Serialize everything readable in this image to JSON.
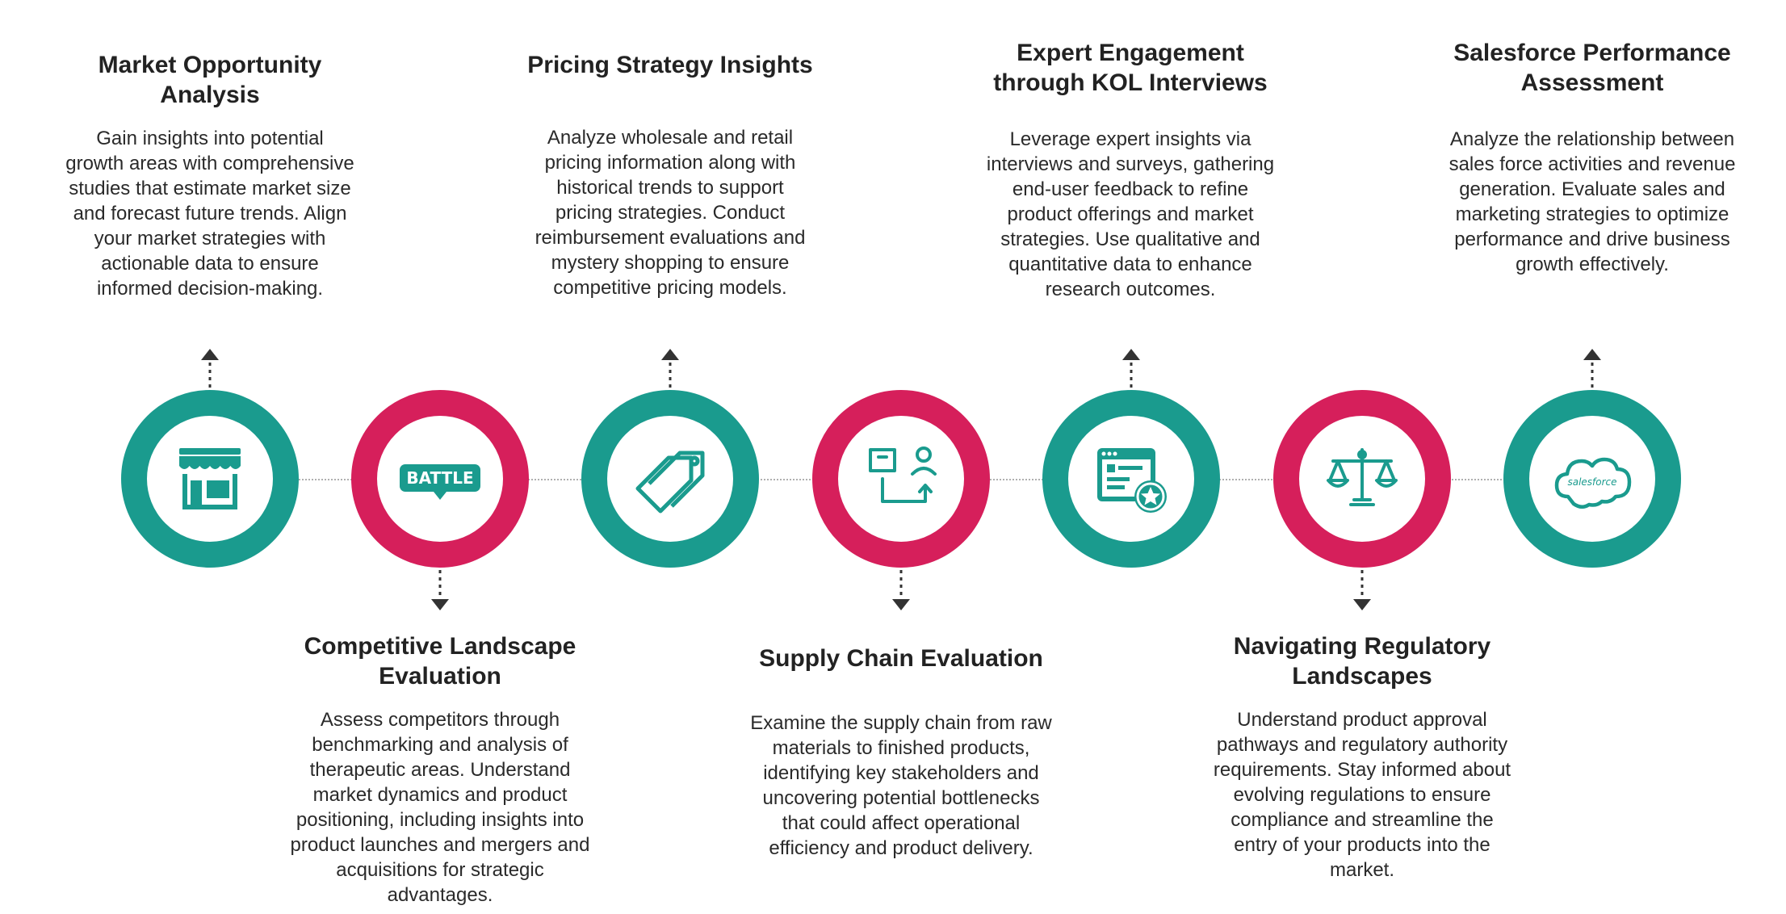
{
  "steps": [
    {
      "title": "Market Opportunity\nAnalysis",
      "description": "Gain insights into potential\ngrowth areas with comprehensive\nstudies that estimate market size\nand forecast future trends. Align\nyour market strategies with\nactionable data to ensure\ninformed decision-making.",
      "icon": "storefront-icon",
      "color": "#1a9b8e",
      "position": "above"
    },
    {
      "title": "Competitive Landscape\nEvaluation",
      "description": "Assess competitors through\nbenchmarking and analysis of\ntherapeutic areas. Understand\nmarket dynamics and product\npositioning, including insights into\nproduct launches and mergers and\nacquisitions for strategic\nadvantages.",
      "icon": "battle-badge-icon",
      "icon_text": "BATTLE",
      "color": "#d61f5b",
      "position": "below"
    },
    {
      "title": "Pricing Strategy Insights",
      "description": "Analyze wholesale and retail\npricing information along with\nhistorical trends to support\npricing strategies. Conduct\nreimbursement evaluations and\nmystery shopping to ensure\ncompetitive pricing models.",
      "icon": "price-tags-icon",
      "color": "#1a9b8e",
      "position": "above"
    },
    {
      "title": "Supply Chain Evaluation",
      "description": "Examine the supply chain from raw\nmaterials to finished products,\nidentifying key stakeholders and\nuncovering potential bottlenecks\nthat could affect operational\nefficiency and product delivery.",
      "icon": "supply-chain-icon",
      "color": "#d61f5b",
      "position": "below"
    },
    {
      "title": "Expert Engagement\nthrough KOL Interviews",
      "description": "Leverage expert insights via\ninterviews and surveys, gathering\nend-user feedback to refine\nproduct offerings and market\nstrategies. Use qualitative and\nquantitative data to enhance\nresearch outcomes.",
      "icon": "browser-star-icon",
      "color": "#1a9b8e",
      "position": "above"
    },
    {
      "title": "Navigating Regulatory\nLandscapes",
      "description": "Understand product approval\npathways and regulatory authority\nrequirements. Stay informed about\nevolving regulations to ensure\ncompliance and streamline the\nentry of your products into the\nmarket.",
      "icon": "scales-icon",
      "color": "#d61f5b",
      "position": "below"
    },
    {
      "title": "Salesforce Performance\nAssessment",
      "description": "Analyze the relationship between\nsales force activities and revenue\ngeneration. Evaluate sales and\nmarketing strategies to optimize\nperformance and drive business\ngrowth effectively.",
      "icon": "salesforce-cloud-icon",
      "icon_text": "salesforce",
      "color": "#1a9b8e",
      "position": "above"
    }
  ],
  "colors": {
    "teal": "#1a9b8e",
    "pink": "#d61f5b",
    "arrow": "#333333",
    "connector": "#b0b0b0"
  }
}
